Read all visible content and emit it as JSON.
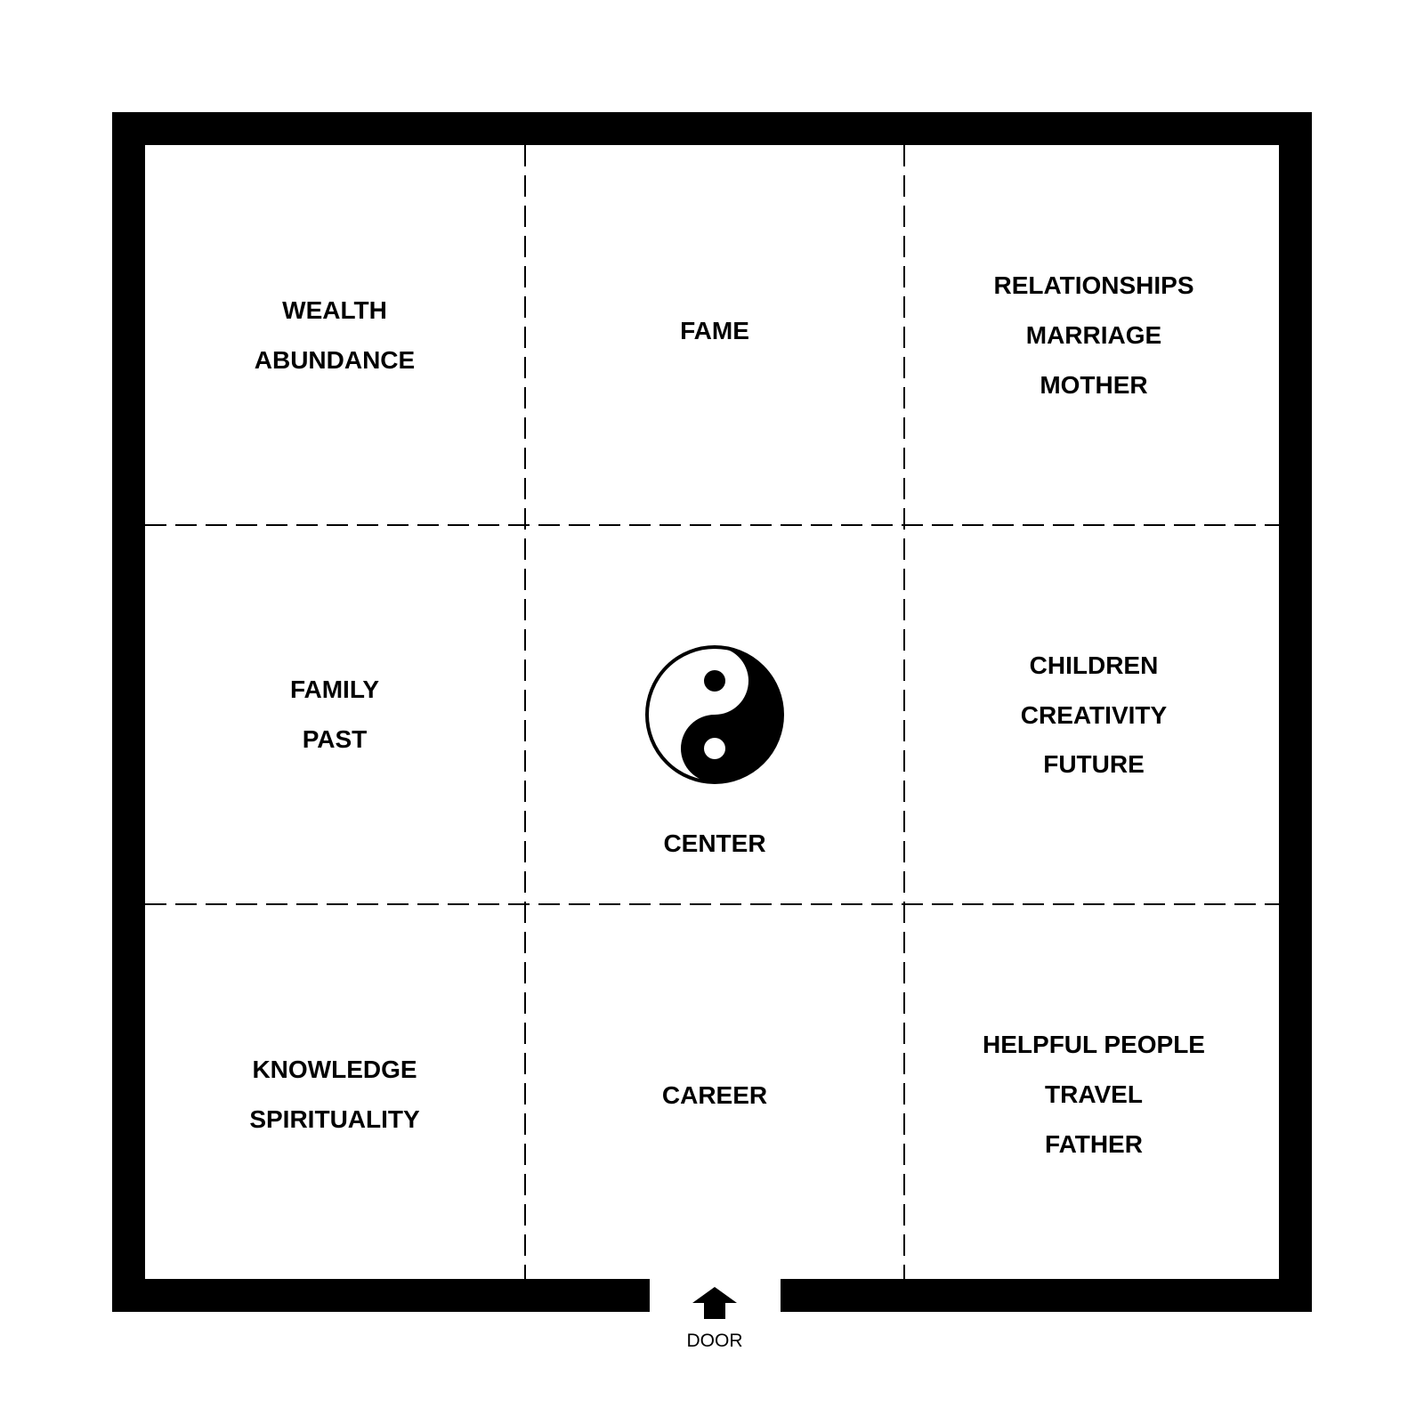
{
  "areas": {
    "wealth": [
      "WEALTH",
      "ABUNDANCE"
    ],
    "fame": [
      "FAME"
    ],
    "relationships": [
      "RELATIONSHIPS",
      "MARRIAGE",
      "MOTHER"
    ],
    "family": [
      "FAMILY",
      "PAST"
    ],
    "center": [
      "CENTER"
    ],
    "children": [
      "CHILDREN",
      "CREATIVITY",
      "FUTURE"
    ],
    "knowledge": [
      "KNOWLEDGE",
      "SPIRITUALITY"
    ],
    "career": [
      "CAREER"
    ],
    "helpful": [
      "HELPFUL PEOPLE",
      "TRAVEL",
      "FATHER"
    ]
  },
  "door": {
    "label": "DOOR",
    "icon": "arrow-up-icon"
  },
  "center_icon": "yin-yang-icon",
  "colors": {
    "ink": "#000000",
    "background": "#ffffff"
  }
}
